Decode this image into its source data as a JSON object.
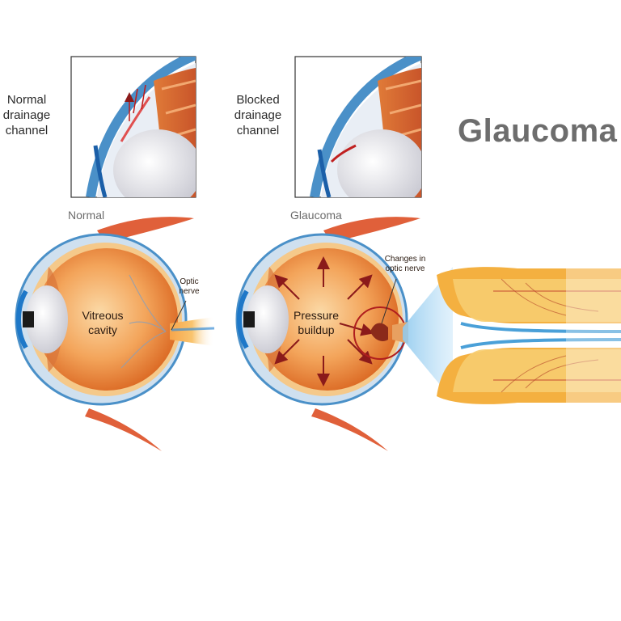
{
  "title": "Glaucoma",
  "insets": {
    "normal_label": "Normal\ndrainage\nchannel",
    "blocked_label": "Blocked\ndrainage\nchannel"
  },
  "eyes": {
    "normal": {
      "caption": "Normal",
      "cavity_label": "Vitreous\ncavity",
      "nerve_label": "Optic\nnerve"
    },
    "glaucoma": {
      "caption": "Glaucoma",
      "pressure_label": "Pressure\nbuildup",
      "changes_label": "Changes in\noptic nerve"
    }
  },
  "colors": {
    "eyeball": "#f08a2c",
    "retina": "#f5c98a",
    "sclera_edge": "#4a90c8",
    "muscle": "#e0603a",
    "lens": "#e8e8ee",
    "arrow": "#8b1a1a",
    "title": "#6d6d6d"
  }
}
